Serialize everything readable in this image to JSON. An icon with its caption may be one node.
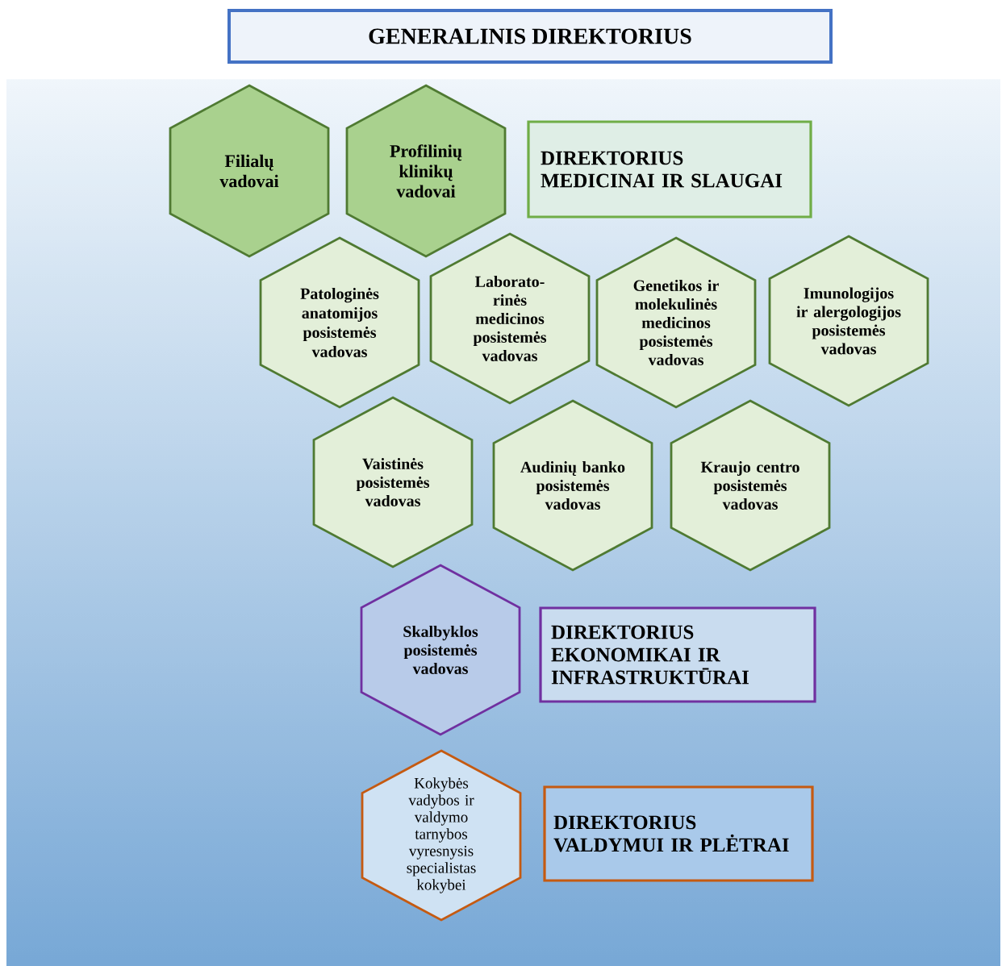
{
  "diagram": {
    "nodes": [
      {
        "text": [
          "GENERALINIS DIREKTORIUS"
        ]
      },
      {
        "text": [
          "Filialų vadovai"
        ]
      },
      {
        "text": [
          "Profilinių klinikų vadovai"
        ]
      },
      {
        "text": [
          "DIREKTORIUS MEDICINAI IR SLAUGAI"
        ]
      },
      {
        "text": [
          "Patologinės anatomijos posistemės vadovas"
        ]
      },
      {
        "text": [
          "Laborato-rinės medicinos posistemės vadovas"
        ]
      },
      {
        "text": [
          "Genetikos ir molekulinės medicinos posistemės vadovas"
        ]
      },
      {
        "text": [
          "Imunologijos ir alergologijos posistemės vadovas"
        ]
      },
      {
        "text": [
          "Vaistinės posistemės vadovas"
        ]
      },
      {
        "text": [
          "Audinių banko posistemės vadovas"
        ]
      },
      {
        "text": [
          "Kraujo centro posistemės vadovas"
        ]
      },
      {
        "text": [
          "Skalbyklos posistemės vadovas"
        ]
      },
      {
        "text": [
          "DIREKTORIUS EKONOMIKAI IR INFRASTRUKTŪRAI"
        ]
      },
      {
        "text": [
          "Kokybės vadybos ir valdymo tarnybos vyresnysis specialistas kokybei"
        ]
      },
      {
        "text": [
          "DIREKTORIUS VALDYMUI IR PLĖTRAI"
        ]
      }
    ]
  }
}
